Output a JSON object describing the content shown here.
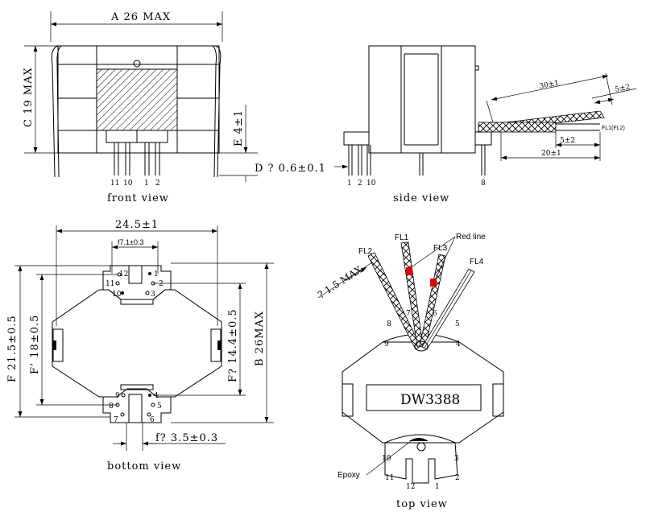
{
  "views": {
    "front": "front view",
    "side": "side view",
    "bottom": "bottom view",
    "top": "top view"
  },
  "dimensions": {
    "a_width": "A 26 MAX",
    "c_height": "C 19 MAX",
    "e_pin": "E 4±1",
    "d_pin": "D ? 0.6±0.1",
    "lead_30": "30±1",
    "lead_5_top": "5±2",
    "lead_5_bottom": "5±2",
    "lead_20": "20±1",
    "fl_tag": "FL1(FL2)",
    "width_245": "24.5±1",
    "f71": "f7.1±0.3",
    "f215": "F 21.5±0.5",
    "f18": "F’ 18±0.5",
    "f144": "F? 14.4±0.5",
    "b26": "B 26MAX",
    "f35": "f? 3.5±0.3",
    "d15": "? 1.5 MAX"
  },
  "front_pins": [
    "11",
    "10",
    "1",
    "2"
  ],
  "side_pins": [
    "1",
    "2",
    "10",
    "8"
  ],
  "bottom_pins": {
    "p12": "12",
    "p11": "11",
    "p1": "1",
    "p2": "2",
    "p10": "10",
    "p3": "3",
    "p9": "9",
    "p4": "4",
    "p8": "8",
    "p5": "5",
    "p7": "7",
    "p6": "6"
  },
  "top_pins": {
    "p8": "8",
    "p7": "7",
    "p6": "6",
    "p5": "5",
    "p9": "9",
    "p4": "4",
    "p10": "10",
    "p3": "3",
    "p11": "11",
    "p12": "12",
    "p1": "1",
    "p2": "2"
  },
  "flying_leads": {
    "fl1": "FL1",
    "fl2": "FL2",
    "fl3": "FL3",
    "fl4": "FL4",
    "red_line": "Red line",
    "red_color": "#e00000"
  },
  "part_number": "DW3388",
  "epoxy": "Epoxy"
}
